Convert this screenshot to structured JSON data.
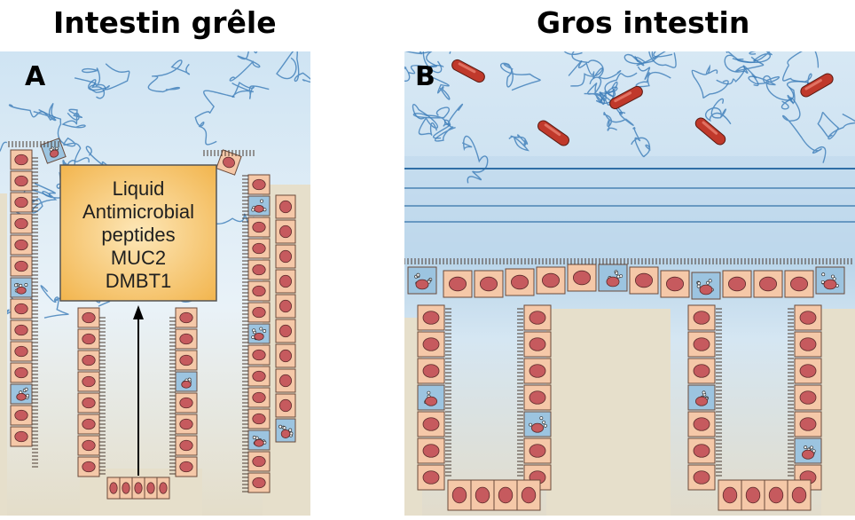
{
  "panels": [
    {
      "title": "Intestin grêle",
      "letter": "A",
      "box_lines": [
        "Liquid",
        "Antimicrobial",
        "peptides",
        "MUC2",
        "DMBT1"
      ]
    },
    {
      "title": "Gros intestin",
      "letter": "B"
    }
  ],
  "colors": {
    "mucus": "#c9e1f1",
    "mucus_light": "#e6f1f8",
    "lumen_tissue": "#e8e2d0",
    "enterocyte": "#f5c8a8",
    "nucleus": "#c65a5e",
    "goblet": "#9cc4e0",
    "bacteria": "#c0392b",
    "box_fill": "#f6c46a",
    "mucus_lines": "#2f6ea6"
  }
}
